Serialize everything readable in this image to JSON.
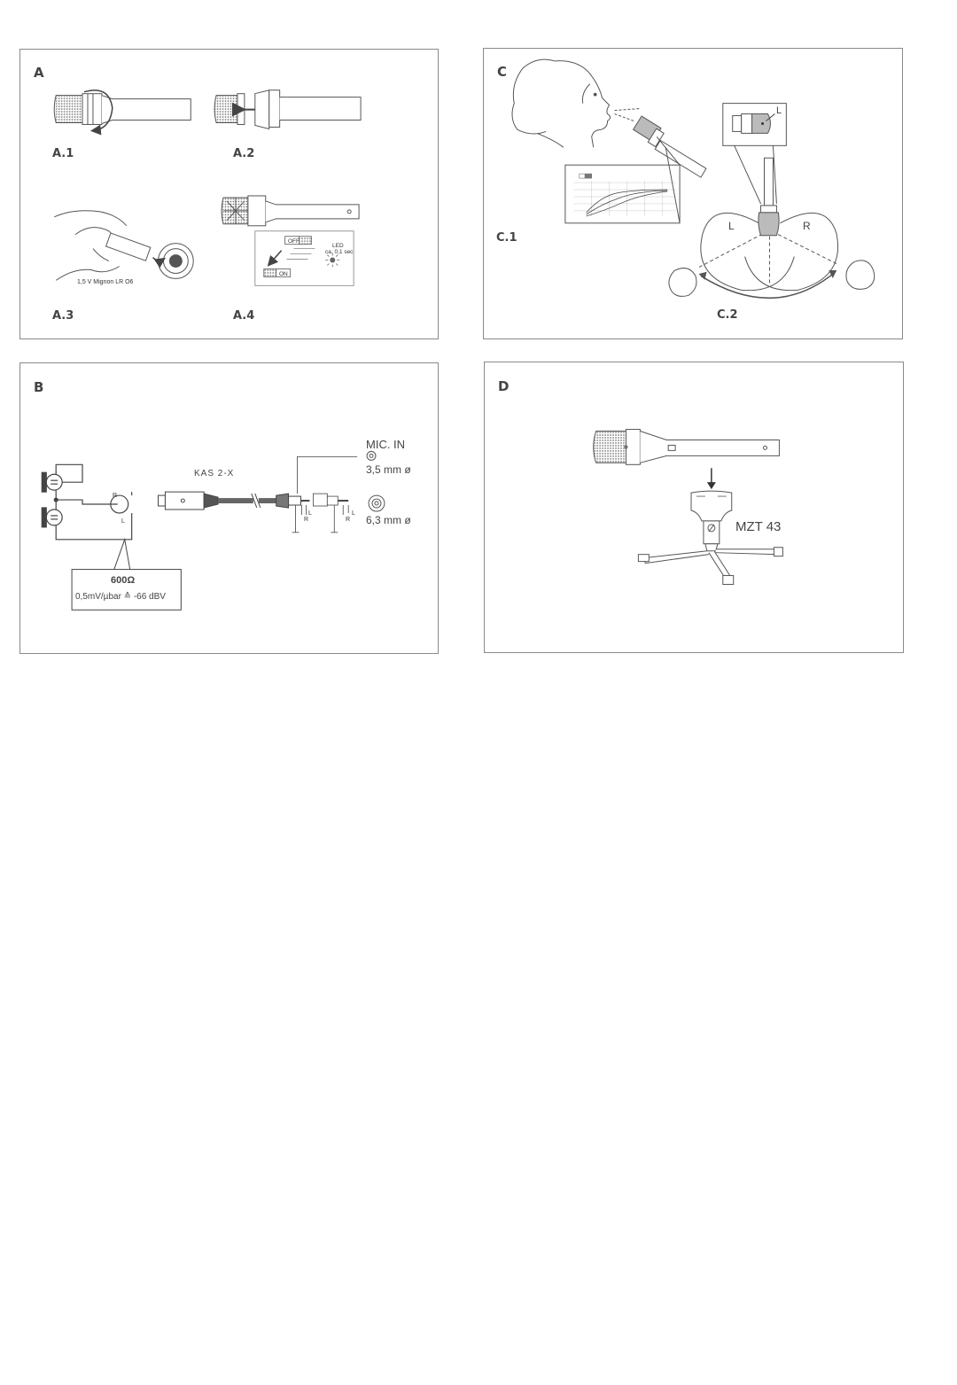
{
  "panel_a": {
    "letter": "A",
    "labels": [
      "A.1",
      "A.2",
      "A.3",
      "A.4"
    ],
    "battery_caption": "1,5 V Mignon LR O6",
    "switch_off": "OFF",
    "switch_on": "ON",
    "led_label": "LED",
    "led_time": "ca. 0,1 sec"
  },
  "panel_b": {
    "letter": "B",
    "cable_name": "KAS 2-X",
    "mic_in": "MIC. IN",
    "jack_small": "3,5 mm ø",
    "jack_large": "6,3 mm ø",
    "impedance": "600Ω",
    "sensitivity": "0,5mV/µbar ≙ -66 dBV",
    "pin_r": "R",
    "pin_l": "L"
  },
  "panel_c": {
    "letter": "C",
    "labels": [
      "C.1",
      "C.2"
    ],
    "left": "L",
    "right": "R",
    "inset_label": "L"
  },
  "panel_d": {
    "letter": "D",
    "stand_name": "MZT 43"
  }
}
